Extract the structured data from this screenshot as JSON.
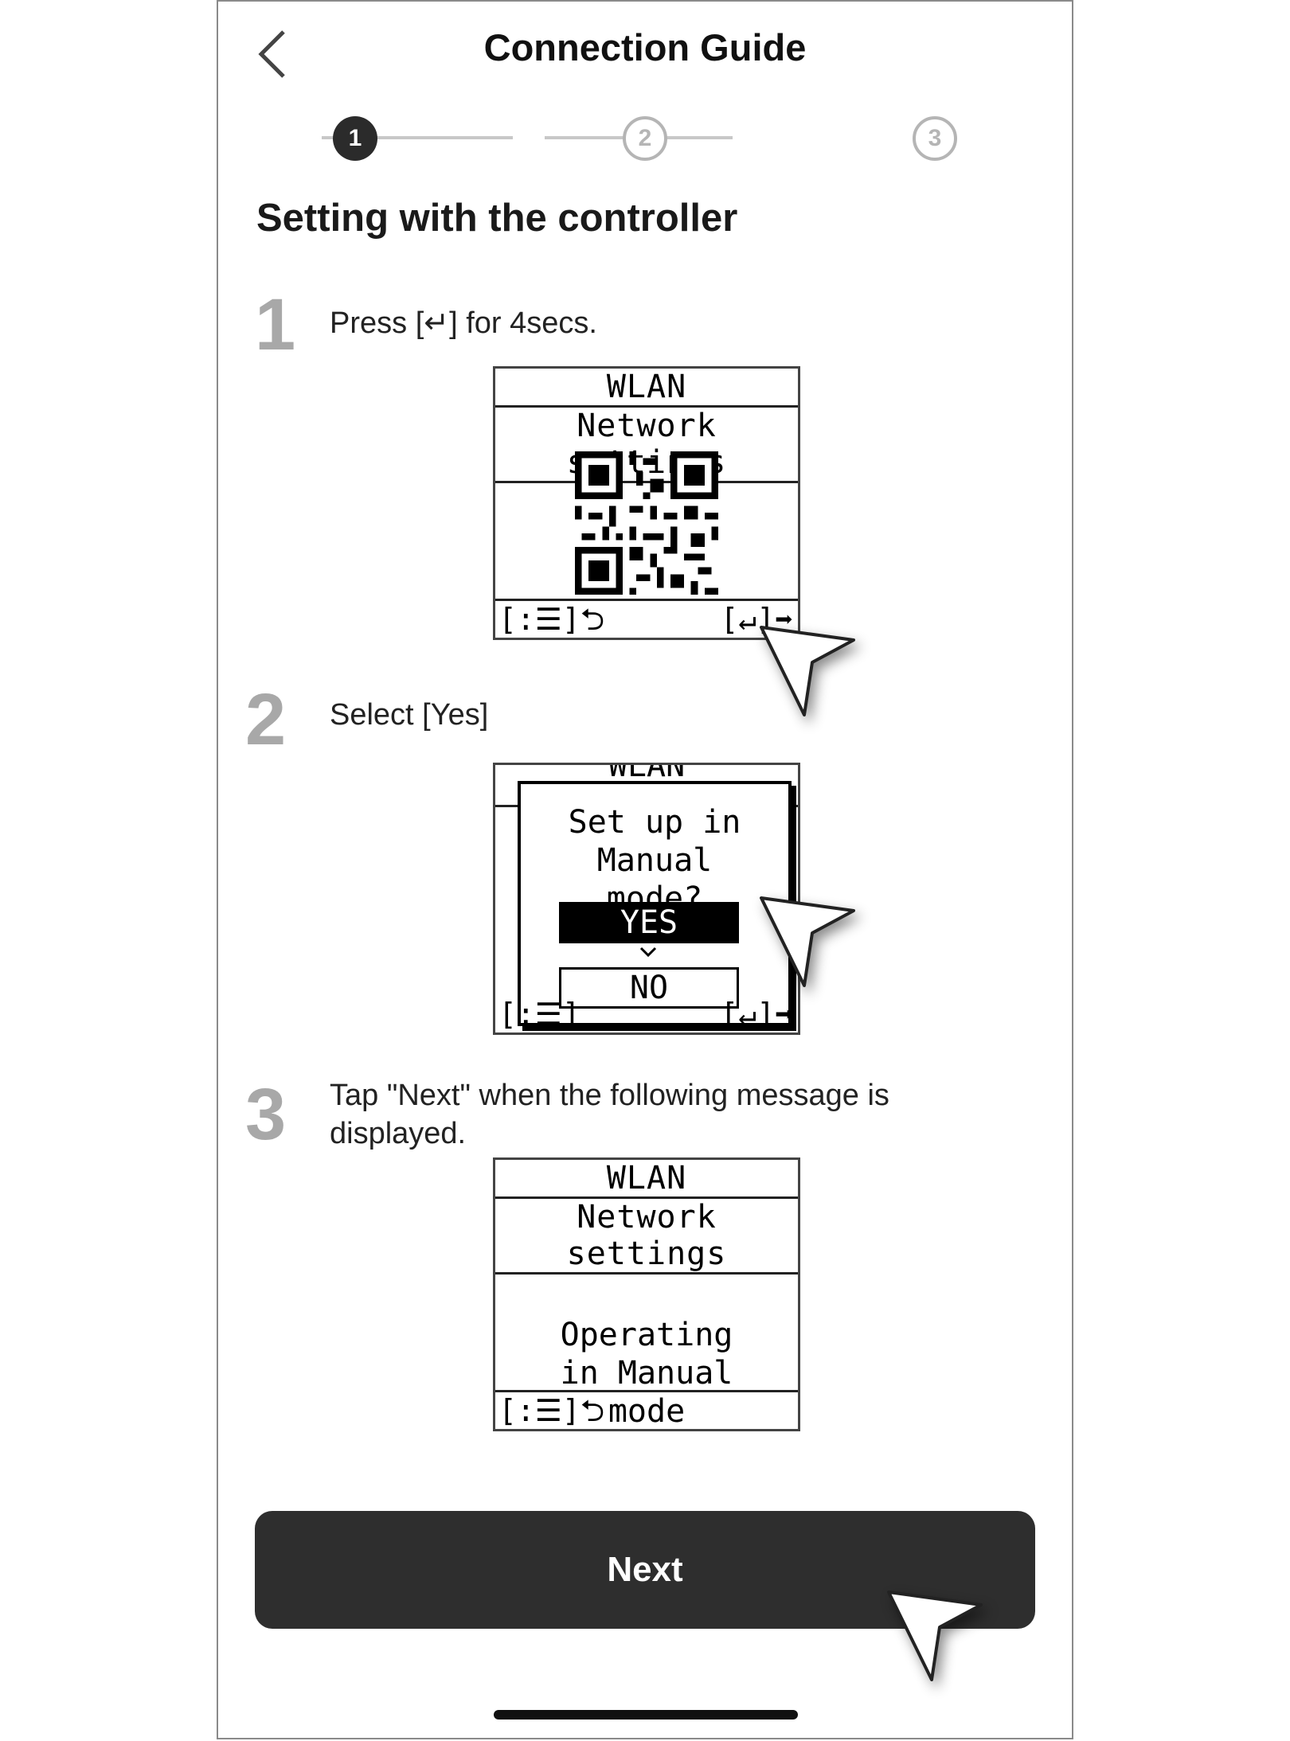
{
  "header": {
    "title": "Connection Guide",
    "back_icon": "chevron-left-icon"
  },
  "stepper": {
    "steps": [
      "1",
      "2",
      "3"
    ],
    "active_step": 1
  },
  "section_title": "Setting with the controller",
  "steps": [
    {
      "number": "1",
      "text": "Press [↵] for 4secs.",
      "screen": {
        "header": "WLAN",
        "subheader": "Network settings",
        "footer_left": "[:☰]⮌",
        "footer_right": "[↵]➡"
      }
    },
    {
      "number": "2",
      "text": "Select [Yes]",
      "screen": {
        "header": "WLAN",
        "dialog_text": "Set up in Manual mode?",
        "yes": "YES",
        "no": "NO",
        "footer_left": "[:☰]",
        "footer_right": "[↵]➡"
      }
    },
    {
      "number": "3",
      "text": "Tap \"Next\" when the following message is displayed.",
      "screen": {
        "header": "WLAN",
        "subheader": "Network settings",
        "message": "Operating in Manual mode",
        "footer_left": "[:☰]⮌"
      }
    }
  ],
  "next_button": {
    "label": "Next"
  },
  "colors": {
    "accent": "#2b2b2b",
    "inactive": "#b5b5b5",
    "button": "#2e2e2e"
  }
}
